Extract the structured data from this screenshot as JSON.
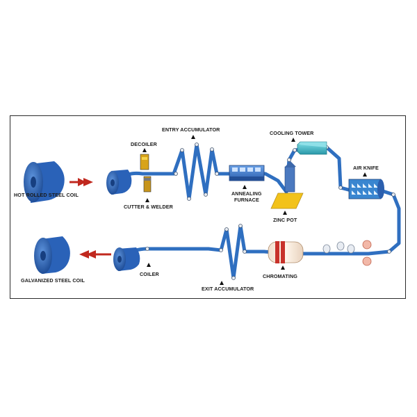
{
  "labels": {
    "hot_rolled_steel_coil": "HOT ROLLED STEEL COIL",
    "decoiler": "DECOILER",
    "cutter_welder": "CUTTER & WELDER",
    "entry_accumulator": "ENTRY ACCUMULATOR",
    "annealing_furnace_1": "ANNEALING",
    "annealing_furnace_2": "FURNACE",
    "cooling_tower": "COOLING TOWER",
    "zinc_pot": "ZINC POT",
    "air_knife": "AIR KNIFE",
    "chromating": "CHROMATING",
    "exit_accumulator": "EXIT ACCUMULATOR",
    "coiler": "COILER",
    "galvanized_steel_coil": "GALVANIZED STEEL COIL"
  },
  "colors": {
    "strip": "#2f6fc0",
    "strip_dark": "#1e4f9a",
    "coil": "#2a62b8",
    "arrow": "#c0281e",
    "zinc_pot": "#f2c21a",
    "cooling_tower": "#3fb5c3",
    "chromating": "#c8322b",
    "frame": "#2a2a2a"
  },
  "icons": [
    "coil-icon",
    "arrow-icon",
    "triangle-marker-icon",
    "roller-icon"
  ]
}
